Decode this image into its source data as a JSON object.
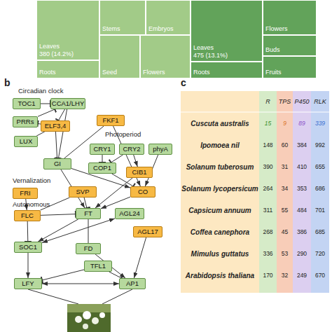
{
  "diagram": {
    "nodes": [
      {
        "text": [
          "Leaves",
          "380 (14.2%)"
        ]
      },
      {
        "text": [
          "Stems"
        ]
      },
      {
        "text": [
          "Embryos"
        ]
      },
      {
        "text": [
          "Roots"
        ]
      },
      {
        "text": [
          "Seed"
        ]
      },
      {
        "text": [
          "Flowers"
        ]
      },
      {
        "text": [
          "Leaves",
          "475 (13.1%)"
        ]
      },
      {
        "text": [
          "Flowers"
        ]
      },
      {
        "text": [
          "Buds"
        ]
      },
      {
        "text": [
          "Roots"
        ]
      },
      {
        "text": [
          "Fruits"
        ]
      },
      {
        "text": [
          "TOC1"
        ]
      },
      {
        "text": [
          "CCA1/LHY"
        ]
      },
      {
        "text": [
          "PRRs"
        ]
      },
      {
        "text": [
          "ELF3,4"
        ]
      },
      {
        "text": [
          "LUX"
        ]
      },
      {
        "text": [
          "FKF1"
        ]
      },
      {
        "text": [
          "CRY1"
        ]
      },
      {
        "text": [
          "CRY2"
        ]
      },
      {
        "text": [
          "phyA"
        ]
      },
      {
        "text": [
          "GI"
        ]
      },
      {
        "text": [
          "COP1"
        ]
      },
      {
        "text": [
          "CIB1"
        ]
      },
      {
        "text": [
          "FRI"
        ]
      },
      {
        "text": [
          "SVP"
        ]
      },
      {
        "text": [
          "CO"
        ]
      },
      {
        "text": [
          "FLC"
        ]
      },
      {
        "text": [
          "FT"
        ]
      },
      {
        "text": [
          "AGL24"
        ]
      },
      {
        "text": [
          "AGL17"
        ]
      },
      {
        "text": [
          "SOC1"
        ]
      },
      {
        "text": [
          "FD"
        ]
      },
      {
        "text": [
          "TFL1"
        ]
      },
      {
        "text": [
          "LFY"
        ]
      },
      {
        "text": [
          "AP1"
        ]
      }
    ],
    "edges": [
      {
        "from": 11,
        "to": 12,
        "arrow": "to"
      },
      {
        "from": 13,
        "to": 12,
        "arrow": "to"
      },
      {
        "from": 12,
        "to": 14,
        "arrow": "to"
      },
      {
        "from": 14,
        "to": 13,
        "arrow": "to"
      },
      {
        "from": 15,
        "to": 14,
        "arrow": "none"
      },
      {
        "from": 12,
        "to": 20,
        "arrow": "to"
      },
      {
        "from": 16,
        "to": 20,
        "arrow": "none"
      },
      {
        "from": 14,
        "to": 20,
        "arrow": "to"
      },
      {
        "from": 17,
        "to": 21,
        "arrow": "to"
      },
      {
        "from": 18,
        "to": 21,
        "arrow": "to"
      },
      {
        "from": 18,
        "to": 22,
        "arrow": "to"
      },
      {
        "from": 19,
        "to": 25,
        "arrow": "to"
      },
      {
        "from": 21,
        "to": 25,
        "arrow": "to"
      },
      {
        "from": 20,
        "to": 27,
        "arrow": "to"
      },
      {
        "from": 20,
        "to": 25,
        "arrow": "to"
      },
      {
        "from": 16,
        "to": 25,
        "arrow": "to"
      },
      {
        "from": 22,
        "to": 27,
        "arrow": "to"
      },
      {
        "from": 25,
        "to": 27,
        "arrow": "to"
      },
      {
        "from": 23,
        "to": 26,
        "arrow": "to"
      },
      {
        "from": 24,
        "to": 27,
        "arrow": "to"
      },
      {
        "from": 26,
        "to": 27,
        "arrow": "to"
      },
      {
        "from": 26,
        "to": 30,
        "arrow": "to"
      },
      {
        "from": 24,
        "to": 26,
        "arrow": "none"
      },
      {
        "from": 27,
        "to": 31,
        "arrow": "none"
      },
      {
        "from": 27,
        "to": 30,
        "arrow": "to"
      },
      {
        "from": 28,
        "to": 30,
        "arrow": "both"
      },
      {
        "from": 31,
        "to": 34,
        "arrow": "to"
      },
      {
        "from": 30,
        "to": 33,
        "arrow": "to"
      },
      {
        "from": 29,
        "to": 34,
        "arrow": "to"
      },
      {
        "from": 32,
        "to": 33,
        "arrow": "to"
      },
      {
        "from": 32,
        "to": 34,
        "arrow": "to"
      },
      {
        "from": 33,
        "to": 34,
        "arrow": "both"
      }
    ],
    "labels": [
      "b",
      "c",
      "Circadian clock",
      "Photoperiod",
      "Vernalization",
      "Autonomous",
      "R",
      "TPS",
      "P450",
      "RLK",
      "Cuscuta australis",
      "15",
      "9",
      "89",
      "339",
      "Ipomoea nil",
      "148",
      "60",
      "384",
      "992",
      "Solanum tuberosum",
      "390",
      "31",
      "410",
      "655",
      "Solanum lycopersicum",
      "264",
      "34",
      "353",
      "686",
      "Capsicum annuum",
      "311",
      "55",
      "484",
      "701",
      "Coffea canephora",
      "268",
      "45",
      "386",
      "685",
      "Mimulus guttatus",
      "336",
      "53",
      "290",
      "720",
      "Arabidopsis thaliana",
      "170",
      "32",
      "249",
      "670"
    ]
  }
}
